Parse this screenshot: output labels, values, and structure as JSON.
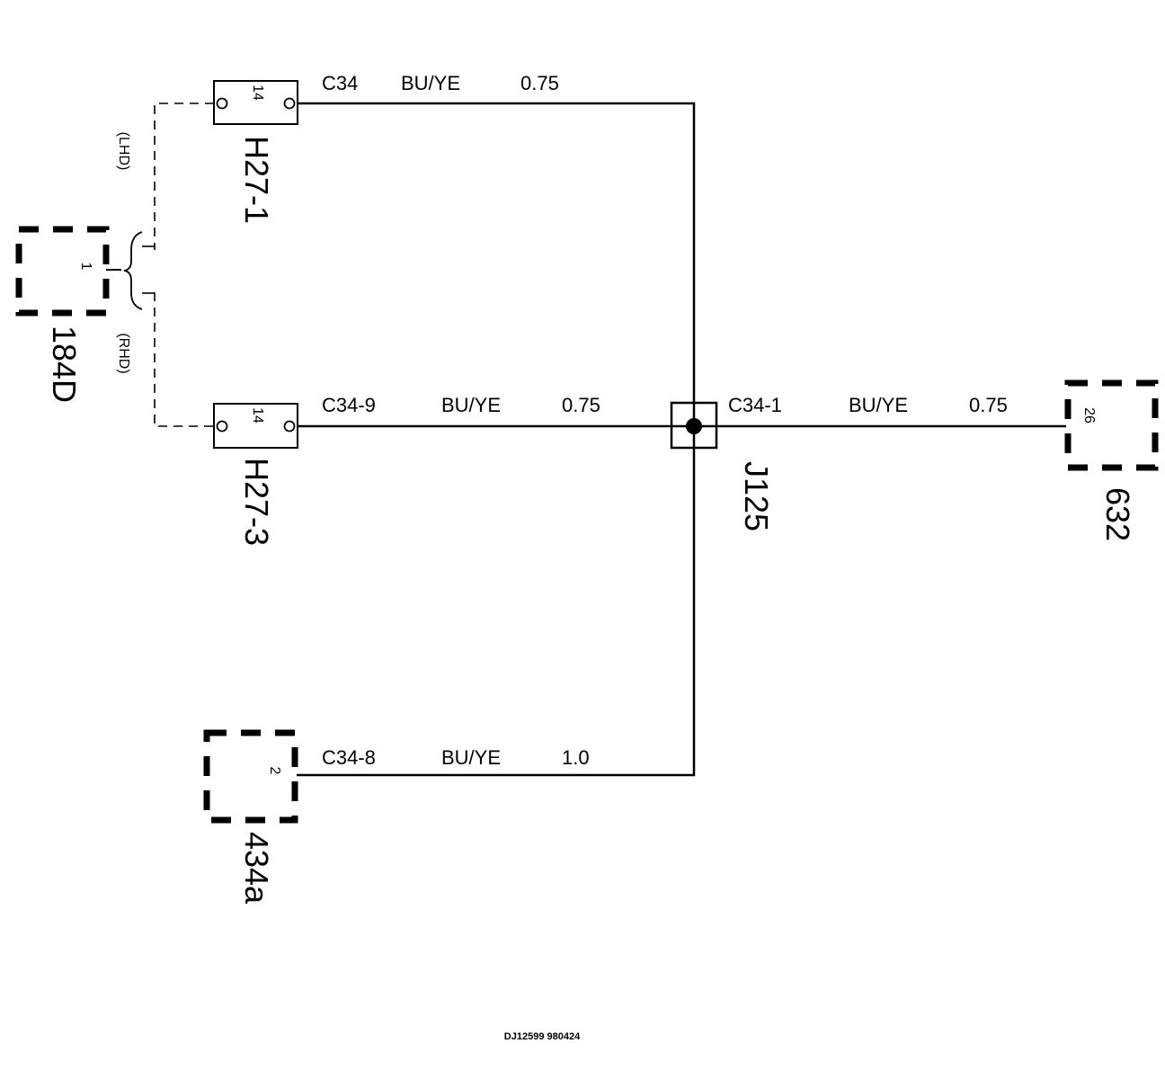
{
  "components": {
    "h27_1": {
      "name": "H27-1",
      "pin": "14"
    },
    "h27_3": {
      "name": "H27-3",
      "pin": "14"
    },
    "c184d": {
      "name": "184D",
      "pin": "1"
    },
    "c632": {
      "name": "632",
      "pin": "26"
    },
    "c434a": {
      "name": "434a",
      "pin": "2"
    },
    "j125": {
      "name": "J125"
    }
  },
  "variants": {
    "lhd": "(LHD)",
    "rhd": "(RHD)"
  },
  "wires": {
    "top": {
      "circuit": "C34",
      "color": "BU/YE",
      "size": "0.75"
    },
    "mid_left": {
      "circuit": "C34-9",
      "color": "BU/YE",
      "size": "0.75"
    },
    "mid_right": {
      "circuit": "C34-1",
      "color": "BU/YE",
      "size": "0.75"
    },
    "bottom": {
      "circuit": "C34-8",
      "color": "BU/YE",
      "size": "1.0"
    }
  },
  "footer": {
    "code": "DJ12599 980424"
  }
}
